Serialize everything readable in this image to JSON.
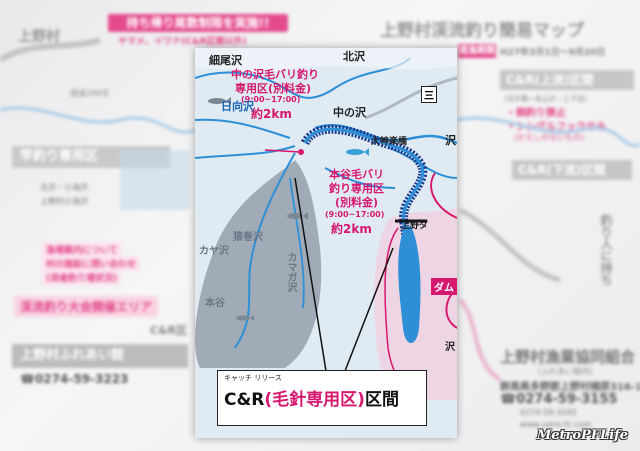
{
  "background": {
    "notice": "持ち帰り尾数制限を実施!!",
    "notice_sub": "ヤマメ、イワナ(C&R区間以外)",
    "left_top_text": "上野村",
    "left_road": "国道299号",
    "left_bar": "竿釣り専用区",
    "left_sub1": "北沢・小海沢",
    "left_sub2": "上野村小海沢",
    "left_pink1": "漁場案内について",
    "left_pink2": "村の施設に問い合わせ",
    "left_pink3": "(流者釣り場状況)",
    "left_tournament": "渓流釣り大会開催エリア",
    "cr_small": "C&R区",
    "left_facility": "上野村ふれあい館",
    "left_phone": "☎0274-59-3223",
    "right_title": "上野村渓流釣り簡易マップ",
    "right_period_label": "遊漁期間",
    "right_period": "H27年3月1日〜9月20日",
    "right_cr_upper": "C&R(上流)区間",
    "right_cr_upper_sub": "(浜平橋〜赤山沢・上下流)",
    "right_rules1": "・餌釣り禁止",
    "right_rules2": "・シングルフックのみ",
    "right_rules3": "(かえしのないもの)",
    "right_cr_lower": "C&R(下流)区間",
    "right_vertical": "釣り人に持ち",
    "right_assoc": "上野村漁業協同組合",
    "right_assoc_sub": "(ふれあい館内)",
    "right_addr": "群馬県多野郡上野村楢原316-1",
    "right_phone": "☎0274-59-3155",
    "right_fax": "0274-59-3165",
    "right_url": "www.ueno-fc.com",
    "watermark": "MetroPFLife"
  },
  "map": {
    "label_tsuruozawa": "細尾沢",
    "label_kitazawa": "北沢",
    "zone1_title_a": "中の沢毛バリ釣り",
    "zone1_title_b": "専用区(別料金)",
    "zone1_hours": "(9:00~17:00)",
    "zone1_length": "約2km",
    "label_hinatazawa": "日向沢",
    "label_nakanosawa": "中の沢",
    "label_omikami": "大神楽橋",
    "label_sawa_right": "沢",
    "label_mikado": "三",
    "zone2_title_a": "本谷毛バリ",
    "zone2_title_b": "釣り専用区",
    "zone2_title_c": "(別料金)",
    "zone2_hours": "(9:00~17:00)",
    "zone2_length": "約2km",
    "label_uenoda": "上野ダ",
    "label_dam": "ダム",
    "label_sarumaki": "猿巻沢",
    "label_kayasawa": "カヤ沢",
    "label_kamagasawa": "カマガ沢",
    "label_hontani": "本谷",
    "label_hi": "沢",
    "cr_ruby": "キャッチ  リリース",
    "cr_main_a": "C&R",
    "cr_main_b": "(毛針専用区)",
    "cr_main_c": "区間",
    "colors": {
      "river": "#2e8fd6",
      "pink": "#d6186f",
      "zone_grey": "#8b96a3"
    }
  }
}
